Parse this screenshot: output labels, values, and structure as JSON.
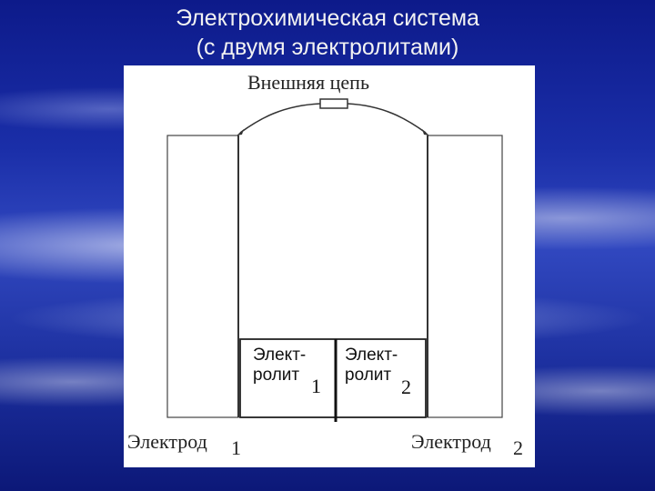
{
  "slide": {
    "title_line1": "Электрохимическая система",
    "title_line2": "(с двумя электролитами)"
  },
  "diagram": {
    "external_circuit_label": "Внешняя цепь",
    "electrolyte1_line1": "Элект-",
    "electrolyte1_line2": "ролит",
    "electrolyte1_subscript": "1",
    "electrolyte2_line1": "Элект-",
    "electrolyte2_line2": "ролит",
    "electrolyte2_subscript": "2",
    "electrode1_label": "Электрод",
    "electrode1_subscript": "1",
    "electrode2_label": "Электрод",
    "electrode2_subscript": "2"
  }
}
